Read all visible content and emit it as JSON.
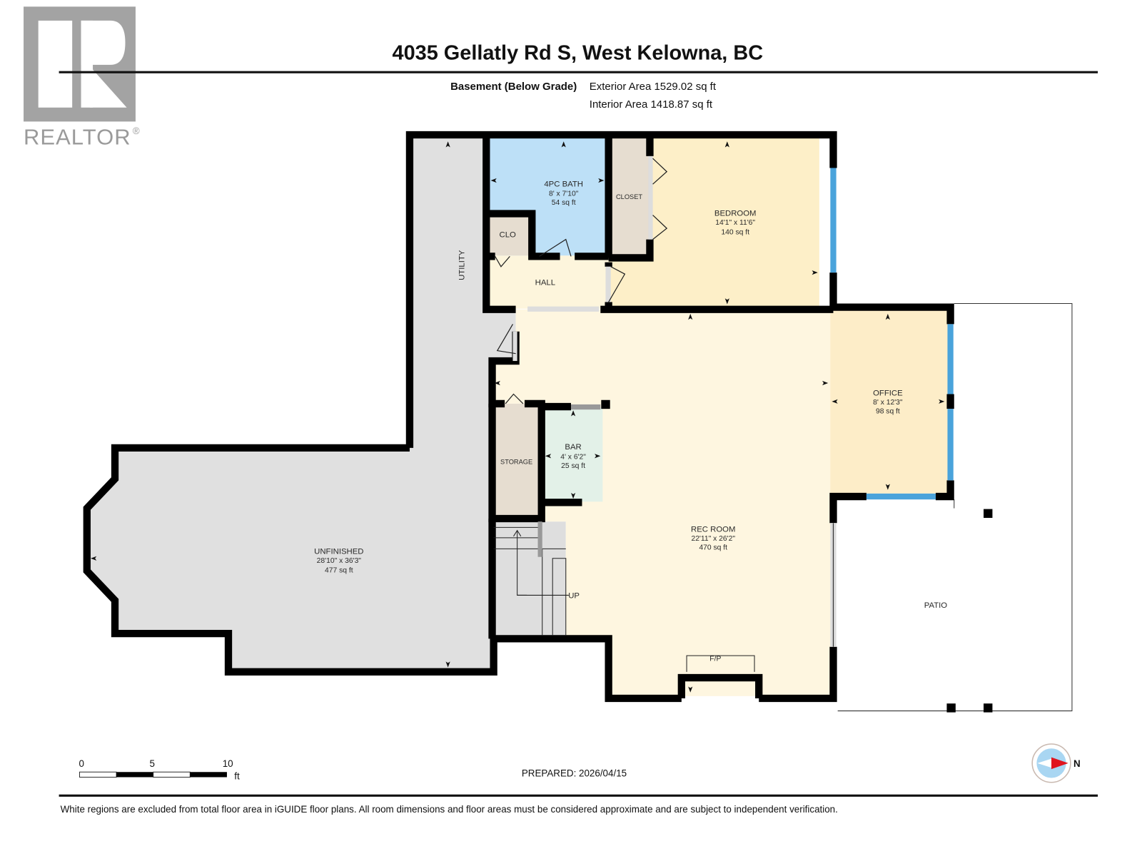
{
  "header": {
    "logo_text": "REALTOR",
    "logo_mark": "®",
    "title": "4035 Gellatly Rd S, West Kelowna, BC",
    "level": "Basement (Below Grade)",
    "exterior_area": "Exterior Area 1529.02 sq ft",
    "interior_area": "Interior Area 1418.87 sq ft"
  },
  "rooms": {
    "bath": {
      "name": "4PC BATH",
      "dims": "8' x 7'10\"",
      "area": "54 sq ft"
    },
    "clo": {
      "name": "CLO"
    },
    "closet": {
      "name": "CLOSET"
    },
    "bedroom": {
      "name": "BEDROOM",
      "dims": "14'1\" x 11'6\"",
      "area": "140 sq ft"
    },
    "utility": {
      "name": "UTILITY"
    },
    "hall": {
      "name": "HALL"
    },
    "office": {
      "name": "OFFICE",
      "dims": "8' x 12'3\"",
      "area": "98 sq ft"
    },
    "storage": {
      "name": "STORAGE"
    },
    "bar": {
      "name": "BAR",
      "dims": "4' x 6'2\"",
      "area": "25 sq ft"
    },
    "rec": {
      "name": "REC ROOM",
      "dims": "22'11\" x 26'2\"",
      "area": "470 sq ft"
    },
    "unfinished": {
      "name": "UNFINISHED",
      "dims": "28'10\" x 36'3\"",
      "area": "477 sq ft"
    },
    "patio": {
      "name": "PATIO"
    },
    "stairs": {
      "label": "UP"
    },
    "fireplace": {
      "label": "F/P"
    }
  },
  "colors": {
    "wall": "#000000",
    "unfinished": "#e0e0e0",
    "bath": "#bde0f7",
    "closet": "#e6ddd0",
    "bedroom": "#fdefc8",
    "hall": "#fdf5dc",
    "rec": "#fef6e0",
    "office": "#fdedc8",
    "bar": "#e3f1e8",
    "window": "#4aa3db"
  },
  "footer": {
    "scale_ticks": [
      "0",
      "5",
      "10"
    ],
    "scale_unit": "ft",
    "prepared": "PREPARED: 2026/04/15",
    "compass_label": "N",
    "disclaimer": "White regions are excluded from total floor area in iGUIDE floor plans. All room dimensions and floor areas must be considered approximate and are subject to independent verification."
  }
}
